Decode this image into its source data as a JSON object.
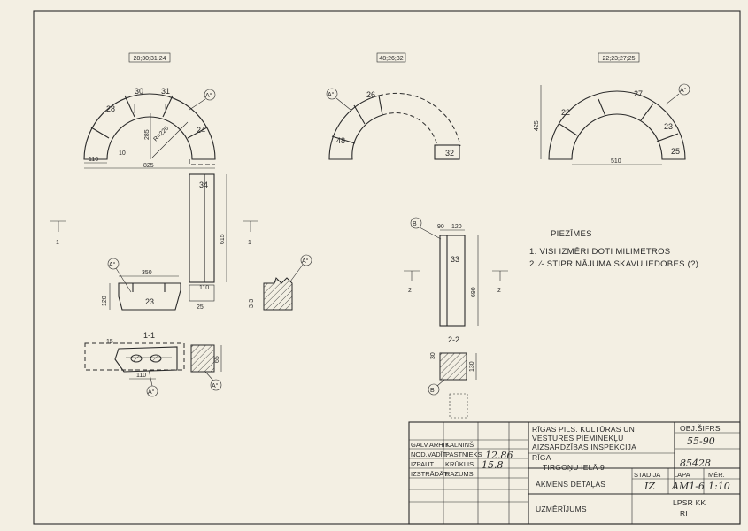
{
  "drawing": {
    "views": {
      "top_left": {
        "box_label": "28;30;31;24",
        "stones": [
          "28",
          "30",
          "31",
          "24"
        ],
        "radius_label": "R=220",
        "dim_285": "285",
        "dim_10": "10",
        "dim_110": "110",
        "dim_825": "825",
        "marker": "A°"
      },
      "top_center": {
        "box_label": "48;26;32",
        "stones": [
          "26",
          "48",
          "32"
        ],
        "marker": "A°"
      },
      "top_right": {
        "box_label": "22;23;27;25",
        "stones": [
          "27",
          "22",
          "23",
          "25"
        ],
        "dim_425": "425",
        "dim_510": "510",
        "marker": "A°"
      },
      "stone34": {
        "label": "34",
        "dim_615": "615",
        "dim_110": "110",
        "dim_25": "25"
      },
      "profile_left": {
        "dim_350": "350",
        "dim_120": "120",
        "number": "23",
        "marker": "A°"
      },
      "section33": {
        "label": "3-3",
        "marker": "A°"
      },
      "stone33": {
        "label": "33",
        "dim_90": "90",
        "dim_120": "120",
        "dim_690": "690",
        "marker": "B"
      },
      "section11": {
        "label": "1-1",
        "dim_110": "110",
        "dim_65": "65",
        "dim_15": "15",
        "marker1": "A°",
        "marker2": "A°"
      },
      "section22": {
        "label": "2-2",
        "dim_30": "30",
        "dim_130": "130",
        "marker": "B"
      },
      "cut_marks": {
        "one_left": "1",
        "one_right": "1",
        "two_left": "2",
        "two_right": "2"
      }
    }
  },
  "notes": {
    "title": "PIEZĪMES",
    "items": [
      "1. VISI IZMĒRI DOTI MILIMETROS",
      "2. ⁄- STIPRINĀJUMA SKAVU IEDOBES (?)"
    ]
  },
  "title_block": {
    "org": [
      "RĪGAS PILS. KULTŪRAS UN",
      "VĒSTURES PIEMINEKĻU",
      "AIZSARDZĪBAS INSPEKCIJA"
    ],
    "code_label": "OBJ.ŠIFRS",
    "code_value": "55-90",
    "location": [
      "RĪGA",
      "TIRGOŅU IELĀ 9"
    ],
    "number": "85428",
    "roles": [
      "GALV.ARHIT.",
      "NOD.VADĪT.",
      "IZPAUT.",
      "IZSTRĀDĀT."
    ],
    "names": [
      "KALNIŅŠ",
      "PASTNIEKS",
      "KRŪKLIS",
      "RAZUMS"
    ],
    "signatures": [
      "",
      "12.86",
      "15.8",
      ""
    ],
    "title": "AKMENS DETAĻAS",
    "stadija_label": "STADIJA",
    "stadija_value": "IZ",
    "lapa_label": "LAPA",
    "lapa_value": "AM1-6",
    "mer_label": "MĒR.",
    "mer_value": "1:10",
    "subtitle": "UZMĒRĪJUMS",
    "org_code": [
      "LPSR  KK",
      "RI"
    ]
  }
}
